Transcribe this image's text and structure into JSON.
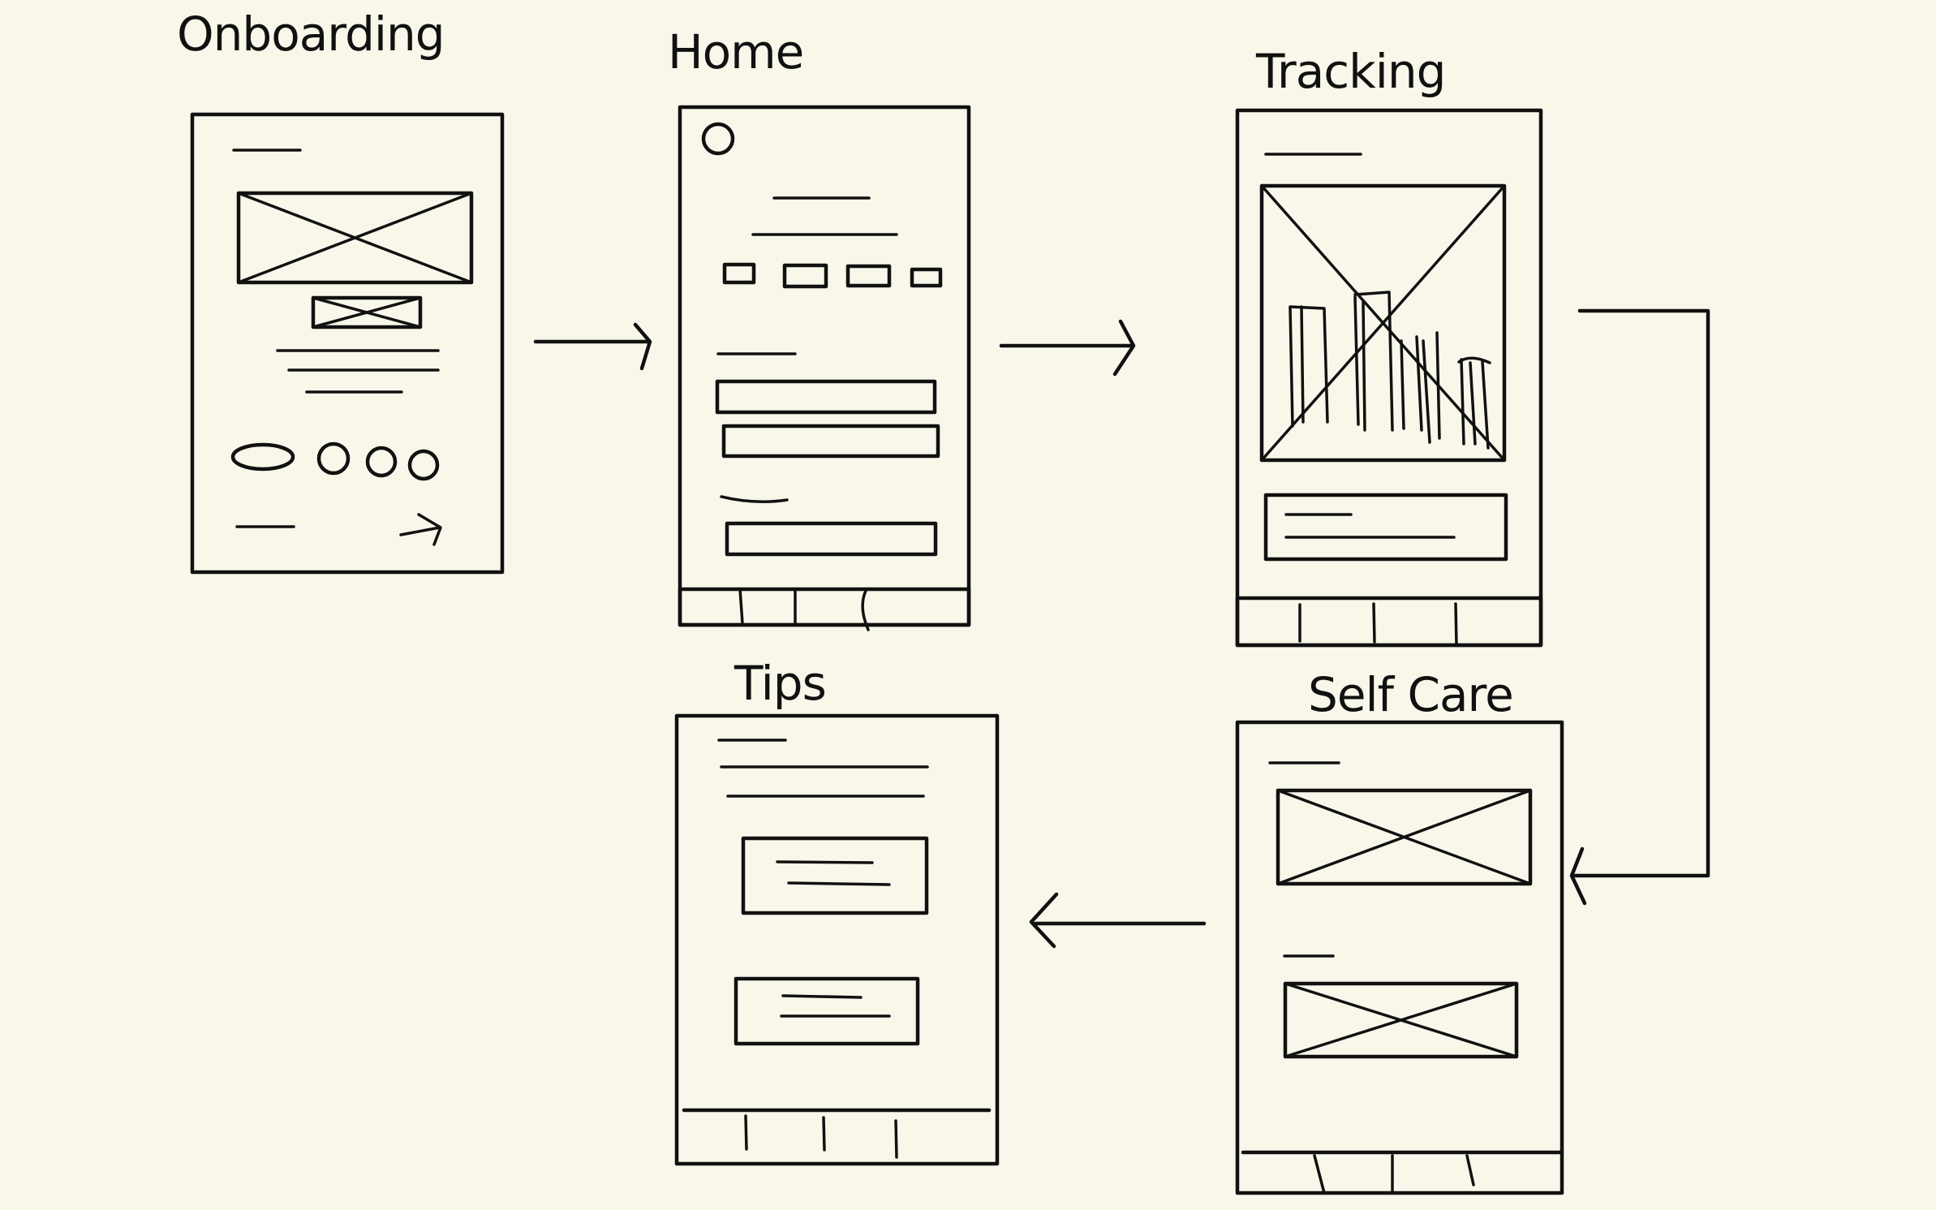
{
  "diagram": {
    "type": "wireframe-user-flow",
    "screens": [
      {
        "id": "onboarding",
        "title": "Onboarding"
      },
      {
        "id": "home",
        "title": "Home"
      },
      {
        "id": "tracking",
        "title": "Tracking"
      },
      {
        "id": "self_care",
        "title": "Self Care"
      },
      {
        "id": "tips",
        "title": "Tips"
      }
    ],
    "flow": [
      {
        "from": "Onboarding",
        "to": "Home"
      },
      {
        "from": "Home",
        "to": "Tracking"
      },
      {
        "from": "Tracking",
        "to": "Self Care"
      },
      {
        "from": "Self Care",
        "to": "Tips"
      }
    ],
    "colors": {
      "background": "#f8f7ea",
      "ink": "#111111"
    }
  }
}
